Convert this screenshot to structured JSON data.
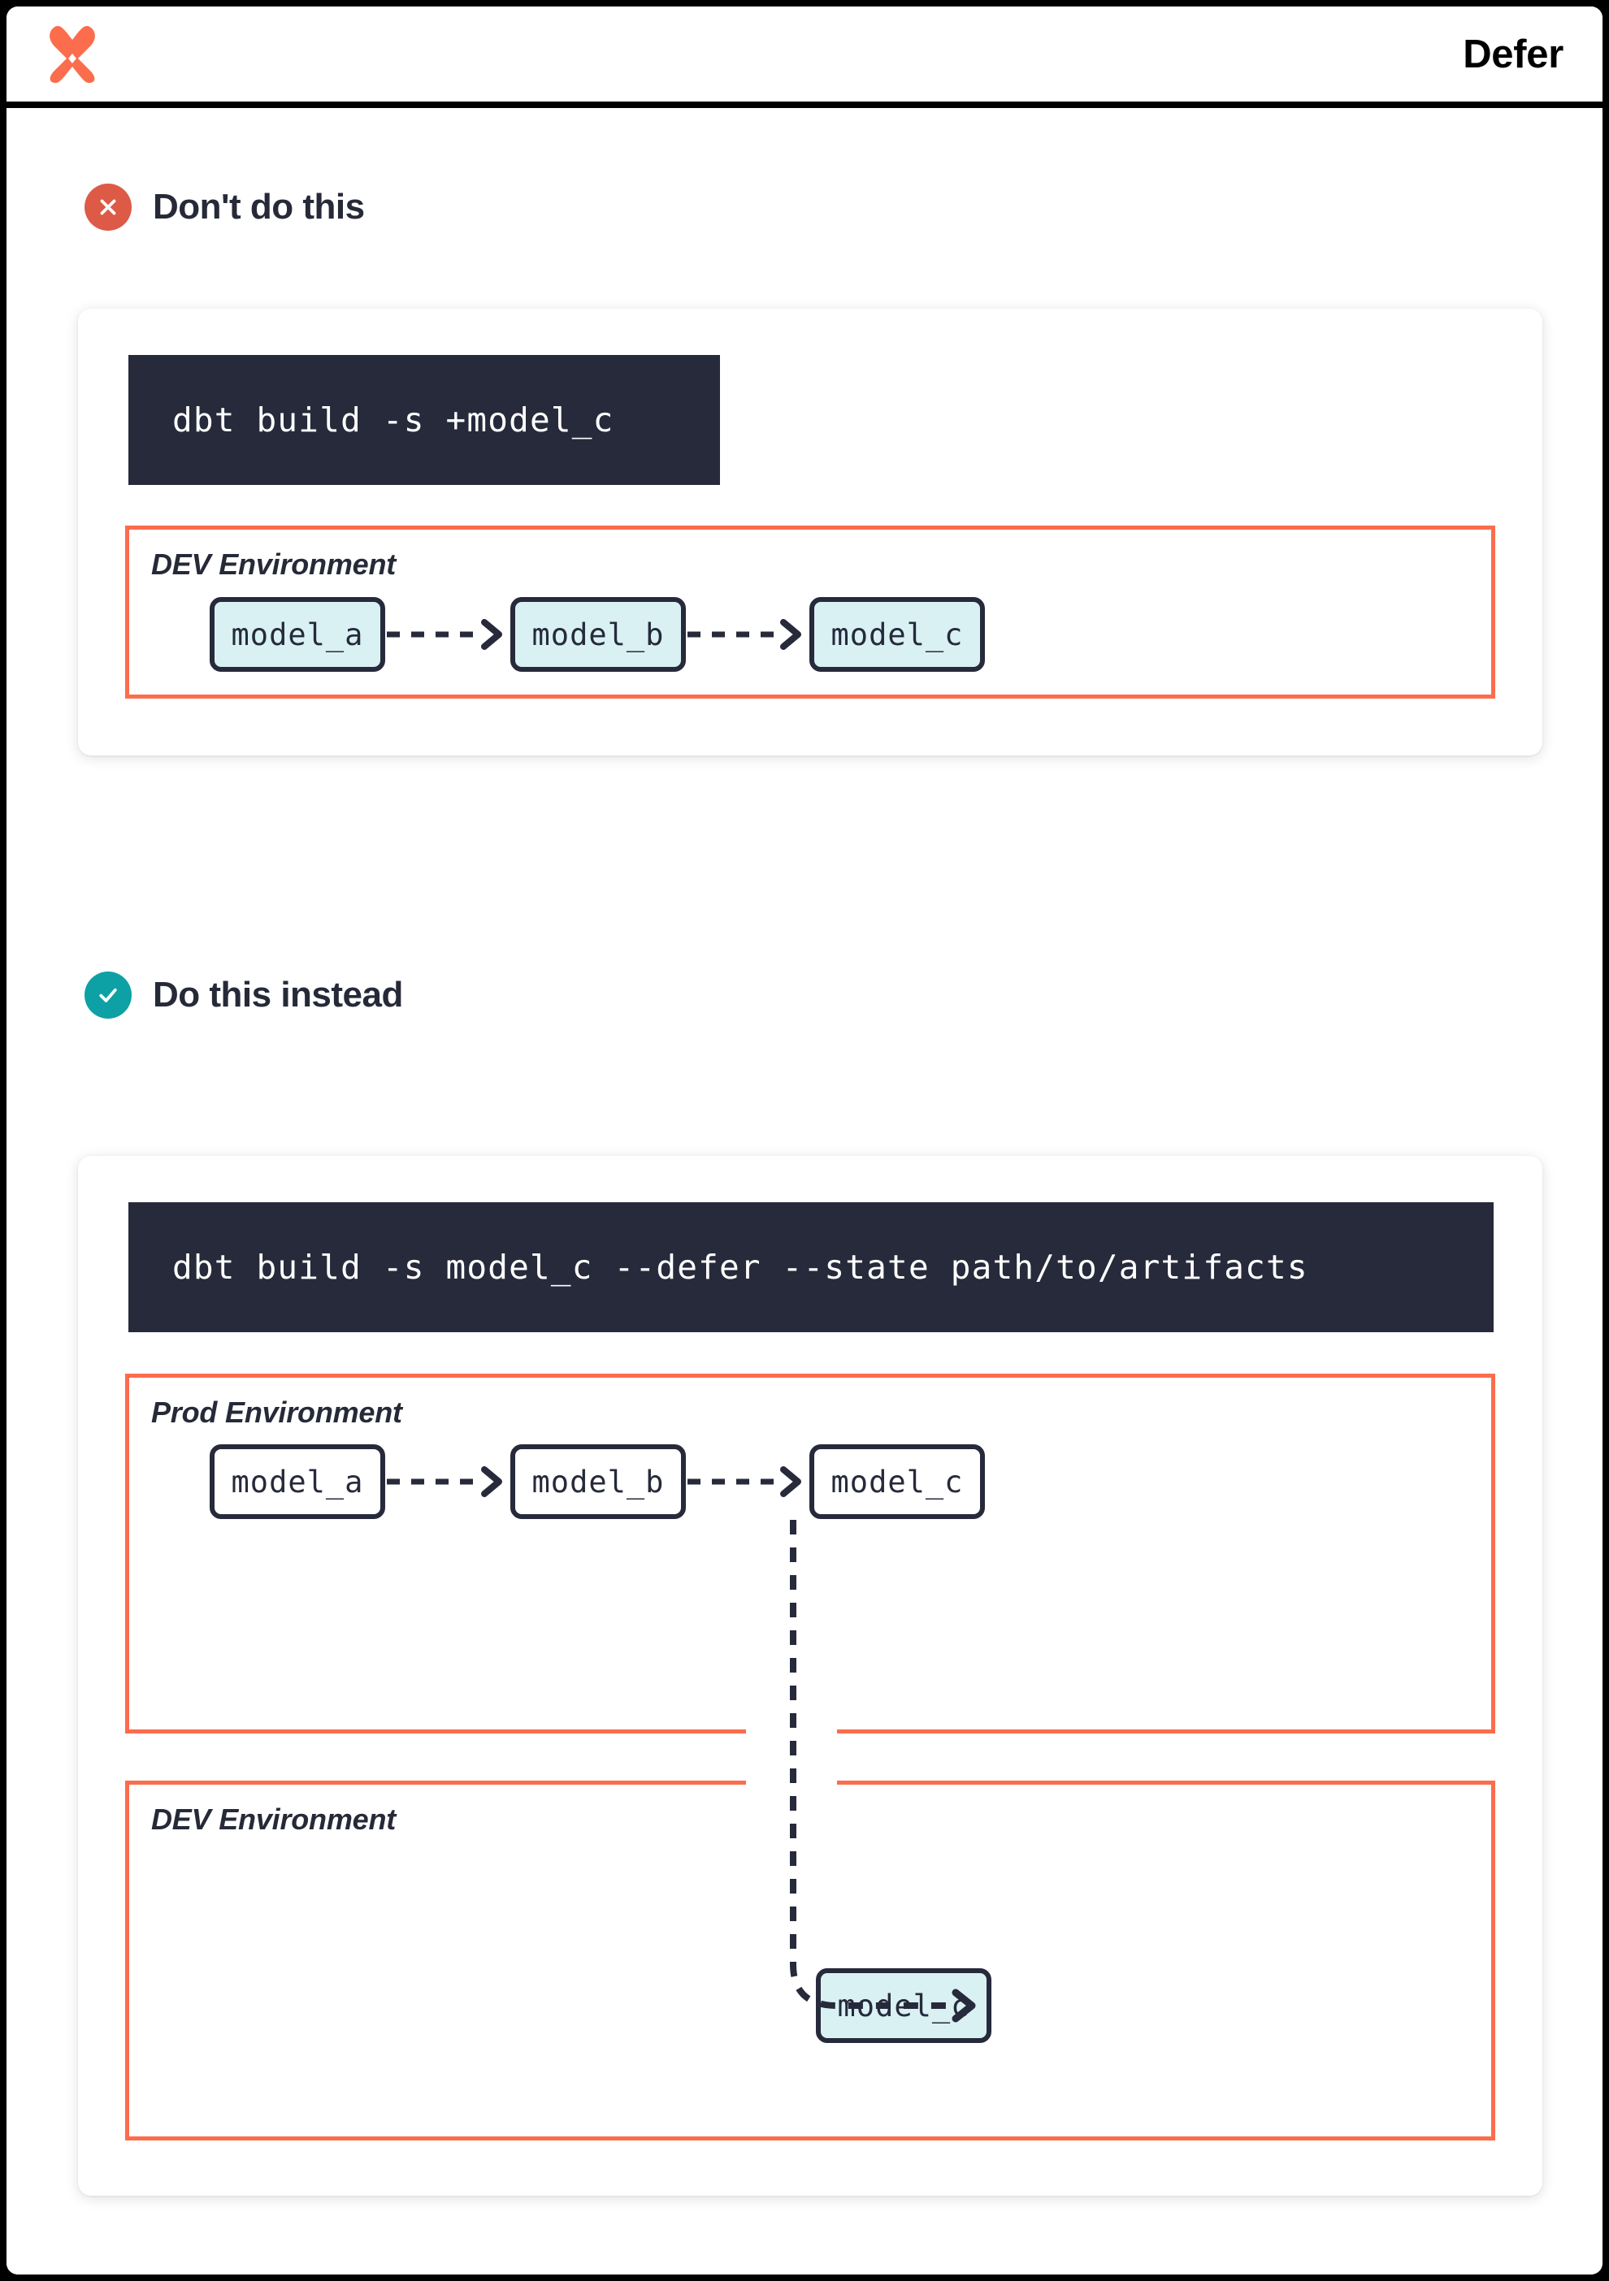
{
  "header": {
    "title": "Defer",
    "logo_icon": "dbt-logo-icon"
  },
  "sections": [
    {
      "id": "dont",
      "badge_icon": "x-circle-icon",
      "badge_color": "#DD5A47",
      "title": "Don't do this",
      "command": "dbt build -s +model_c",
      "environments": [
        {
          "label": "DEV Environment",
          "nodes": [
            {
              "label": "model_a",
              "fill": "#D9F1F3"
            },
            {
              "label": "model_b",
              "fill": "#D9F1F3"
            },
            {
              "label": "model_c",
              "fill": "#D9F1F3"
            }
          ]
        }
      ]
    },
    {
      "id": "do",
      "badge_icon": "check-circle-icon",
      "badge_color": "#0DA1A5",
      "title": "Do this instead",
      "command": "dbt build -s model_c --defer --state path/to/artifacts",
      "environments": [
        {
          "label": "Prod Environment",
          "nodes": [
            {
              "label": "model_a",
              "fill": "#FFFFFF"
            },
            {
              "label": "model_b",
              "fill": "#FFFFFF"
            },
            {
              "label": "model_c",
              "fill": "#FFFFFF"
            }
          ]
        },
        {
          "label": "DEV Environment",
          "nodes": [
            {
              "label": "model_c",
              "fill": "#D9F1F3"
            }
          ]
        }
      ]
    }
  ],
  "colors": {
    "accent_orange": "#FB6D4C",
    "bad_red": "#DD5A47",
    "good_teal": "#0DA1A5",
    "ink": "#262A3B",
    "node_cyan": "#D9F1F3",
    "code_bg": "#262A3B"
  }
}
